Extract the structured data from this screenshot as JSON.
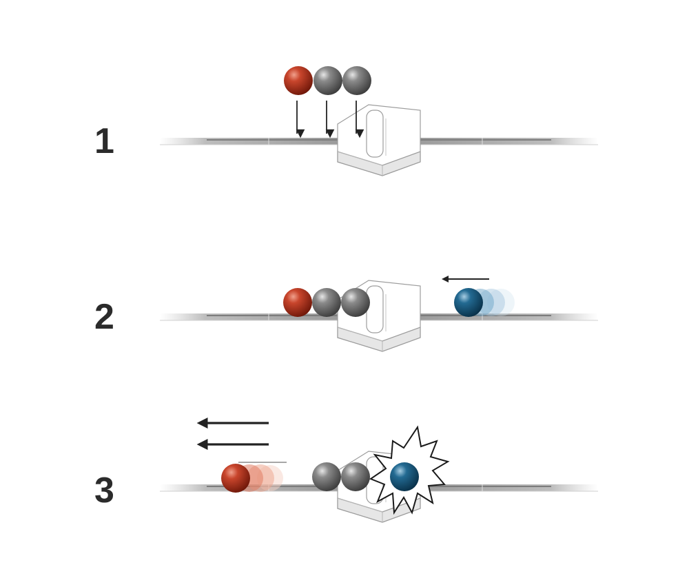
{
  "steps": [
    {
      "number": "1"
    },
    {
      "number": "2"
    },
    {
      "number": "3"
    }
  ],
  "colors": {
    "red_ball": "#b8321c",
    "grey_ball": "#6f6f6f",
    "blue_ball": "#1b5577",
    "track": "#a9a9a9",
    "arrow": "#222222"
  }
}
